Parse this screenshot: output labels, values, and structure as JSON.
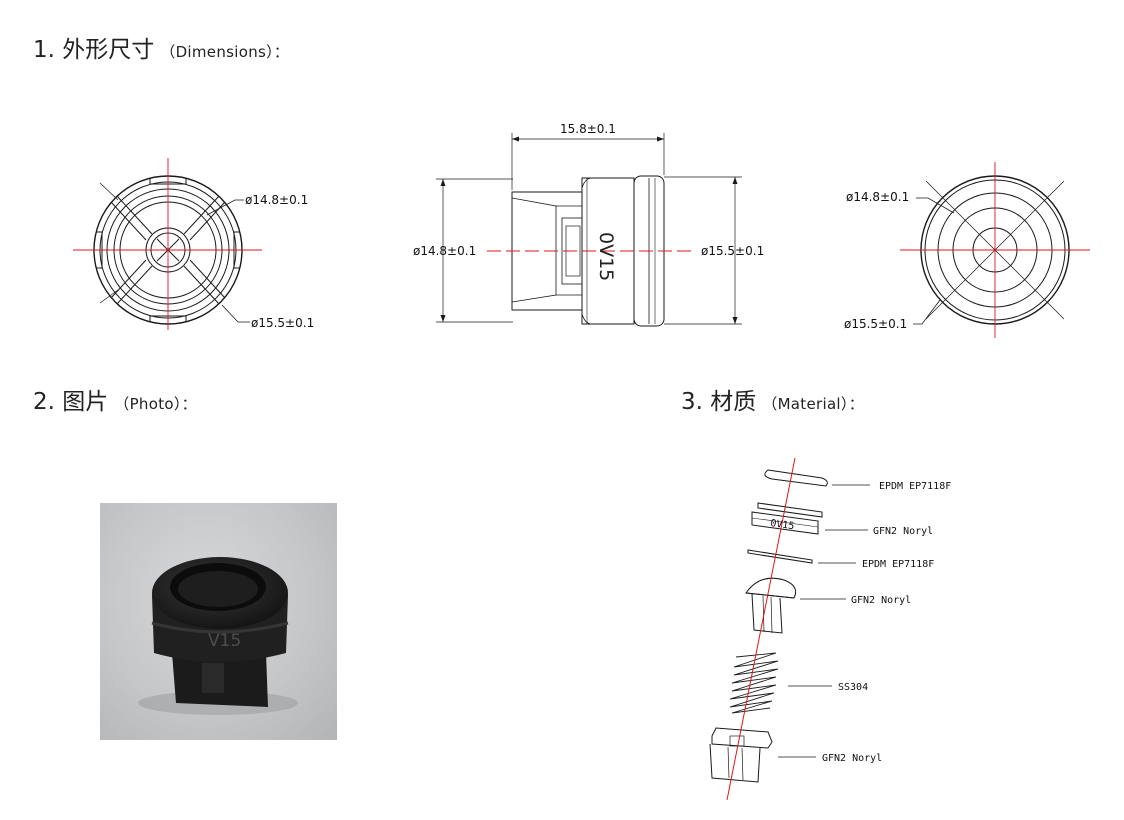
{
  "sections": {
    "dimensions": {
      "number": "1.",
      "title": "外形尺寸",
      "subtitle": "（Dimensions）："
    },
    "photo": {
      "number": "2.",
      "title": "图片",
      "subtitle": "（Photo）："
    },
    "material": {
      "number": "3.",
      "title": "材质",
      "subtitle": "（Material）："
    }
  },
  "dimensions": {
    "front_inner_dia": "ø14.8±0.1",
    "front_outer_dia": "ø15.5±0.1",
    "side_length": "15.8±0.1",
    "side_left_dia": "ø14.8±0.1",
    "side_right_dia": "ø15.5±0.1",
    "side_marking": "0V15",
    "back_inner_dia": "ø14.8±0.1",
    "back_outer_dia": "ø15.5±0.1"
  },
  "photo": {
    "marking": "V15"
  },
  "materials": {
    "seal_ring": "EPDM EP7118F",
    "cap": "GFN2 Noryl",
    "cap_marking": "0V15",
    "gasket": "EPDM EP7118F",
    "plunger": "GFN2 Noryl",
    "spring": "SS304",
    "body": "GFN2 Noryl"
  },
  "colors": {
    "centerline": "#e0161c",
    "line": "#1a1a1a",
    "part": "#1c1c1c"
  }
}
